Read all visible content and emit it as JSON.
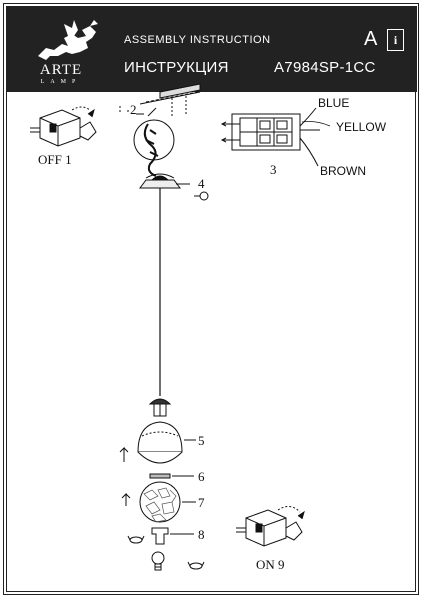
{
  "header": {
    "brand": "ARTE",
    "brand_sub": "LAMP",
    "title_en": "ASSEMBLY INSTRUCTION",
    "title_ru": "ИНСТРУКЦИЯ",
    "model": "A7984SP-1CC",
    "lang_mark": "A",
    "info_mark": "i"
  },
  "steps": {
    "off": "OFF 1",
    "s2": "2",
    "s3": "3",
    "s4": "4",
    "s5": "5",
    "s6": "6",
    "s7": "7",
    "s8": "8",
    "on": "ON 9"
  },
  "wires": {
    "blue": "BLUE",
    "yellow": "YELLOW",
    "brown": "BROWN"
  },
  "colors": {
    "header_bg": "#222222",
    "line": "#111111"
  }
}
